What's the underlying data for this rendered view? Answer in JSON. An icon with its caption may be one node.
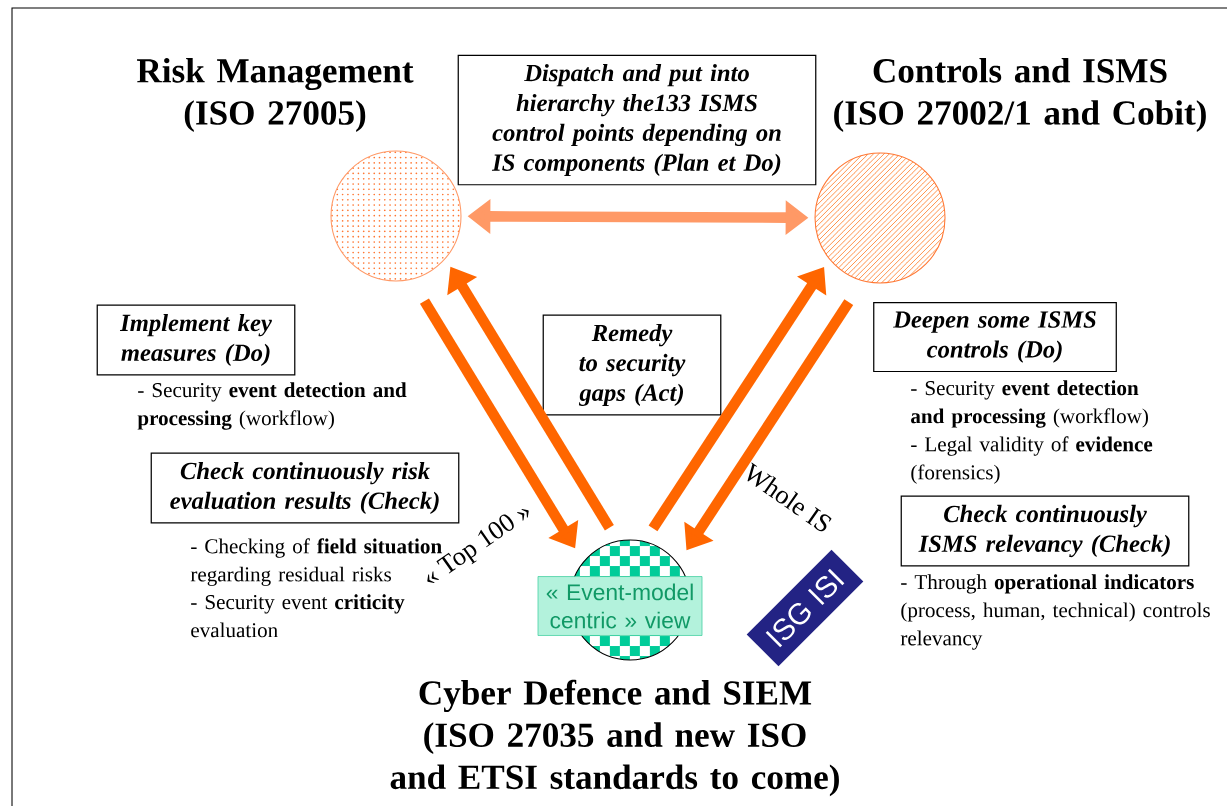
{
  "diagram": {
    "nodes": [
      {
        "text": [
          "Risk Management (ISO 27005)"
        ]
      },
      {
        "text": [
          "Controls and ISMS (ISO 27002/1 and Cobit)"
        ]
      },
      {
        "text": [
          "Cyber Defence and SIEM (ISO 27035 and new ISO and ETSI standards to come)"
        ]
      },
      {
        "text": [
          "« Event-model centric » view"
        ]
      },
      {
        "text": [
          "Dispatch and put into hierarchy the133 ISMS control points depending on IS components (Plan et Do)"
        ]
      },
      {
        "text": [
          "Implement key measures (Do)"
        ],
        "beside": [
          "- Security **event detection and processing** (workflow)"
        ]
      },
      {
        "text": [
          "Check continuously risk evaluation results (Check)"
        ],
        "beside": [
          "- Checking of **field situation** regarding residual risks",
          "- Security event **criticity** evaluation"
        ]
      },
      {
        "text": [
          "Remedy to security gaps (Act)"
        ]
      },
      {
        "text": [
          "Deepen some ISMS controls (Do)"
        ],
        "beside": [
          "- Security **event detection and processing** (workflow)",
          "- Legal validity of **evidence** (forensics)"
        ]
      },
      {
        "text": [
          "Check continuously ISMS relevancy (Check)"
        ],
        "beside": [
          "- Through **operational indicators** (process, human, technical) controls relevancy"
        ]
      },
      {
        "text": [
          "ISG ISI"
        ]
      }
    ],
    "edges": [
      {
        "from": 0,
        "to": 1,
        "arrow": "both",
        "color": "#ff9966"
      },
      {
        "from": 0,
        "to": 2,
        "arrow": "to"
      },
      {
        "from": 2,
        "to": 0,
        "arrow": "to"
      },
      {
        "from": 1,
        "to": 2,
        "arrow": "to"
      },
      {
        "from": 2,
        "to": 1,
        "arrow": "to"
      }
    ],
    "labels": [
      "« Top 100 »",
      "Whole IS"
    ]
  }
}
